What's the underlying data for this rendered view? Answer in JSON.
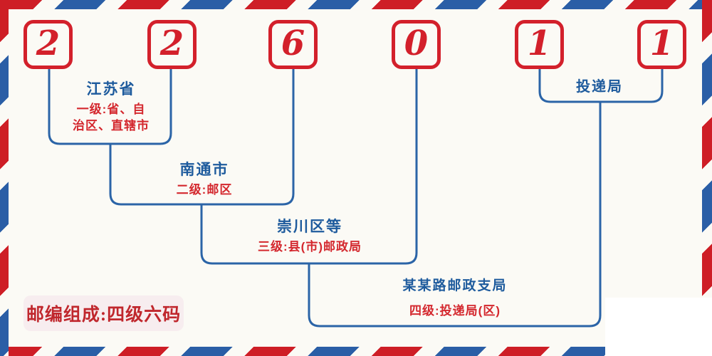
{
  "postal_code": {
    "digits": [
      "2",
      "2",
      "6",
      "0",
      "1",
      "1"
    ]
  },
  "levels": [
    {
      "name": "江苏省",
      "line1": "一级:省、自",
      "line2": "治区、直辖市"
    },
    {
      "name": "南通市",
      "line1": "二级:邮区"
    },
    {
      "name": "崇川区等",
      "line1": "三级:县(市)邮政局"
    },
    {
      "name": "某某路邮政支局",
      "line1": "四级:投递局(区)"
    },
    {
      "name": "投递局"
    }
  ],
  "badge": {
    "label": "邮编组成:四级六码"
  },
  "colors": {
    "stripe_red": "#ce1e26",
    "stripe_blue": "#2a5ea6",
    "digit_red": "#d3202b",
    "connector_blue": "#2b64a7",
    "place_text_blue": "#1e5b9d",
    "desc_text_red": "#d4282e",
    "badge_text_red": "#c0272d",
    "badge_background": "#f7edef",
    "page_background": "#fbfaf5"
  }
}
